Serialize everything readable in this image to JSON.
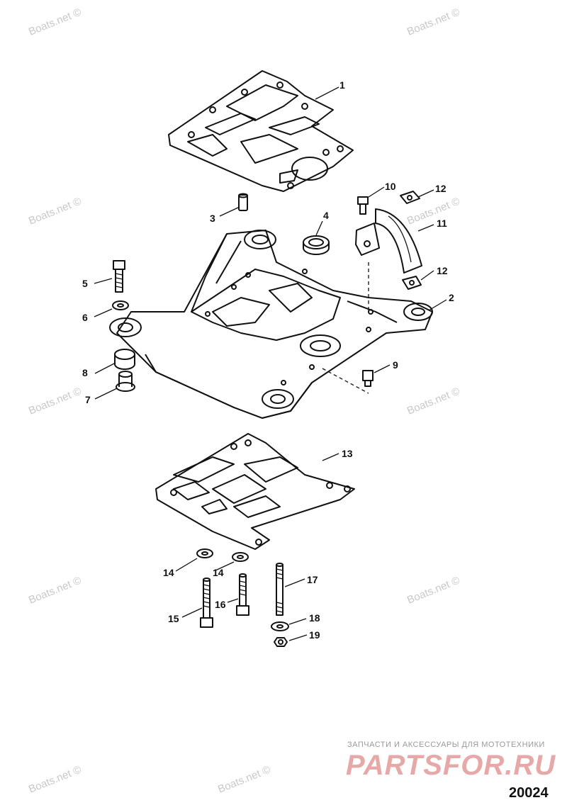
{
  "watermark": "Boats.net ©",
  "callouts": {
    "c1": "1",
    "c2": "2",
    "c3": "3",
    "c4": "4",
    "c5": "5",
    "c6": "6",
    "c7": "7",
    "c8": "8",
    "c9": "9",
    "c10": "10",
    "c11": "11",
    "c12a": "12",
    "c12b": "12",
    "c13": "13",
    "c14a": "14",
    "c14b": "14",
    "c15": "15",
    "c16": "16",
    "c17": "17",
    "c18": "18",
    "c19": "19"
  },
  "brand": {
    "tagline": "ЗАПЧАСТИ И АКСЕССУАРЫ ДЛЯ МОТОТЕХНИКИ",
    "logo": "PARTSFOR.RU",
    "logo_color": "#e7a8a8"
  },
  "figure_number": "20024"
}
